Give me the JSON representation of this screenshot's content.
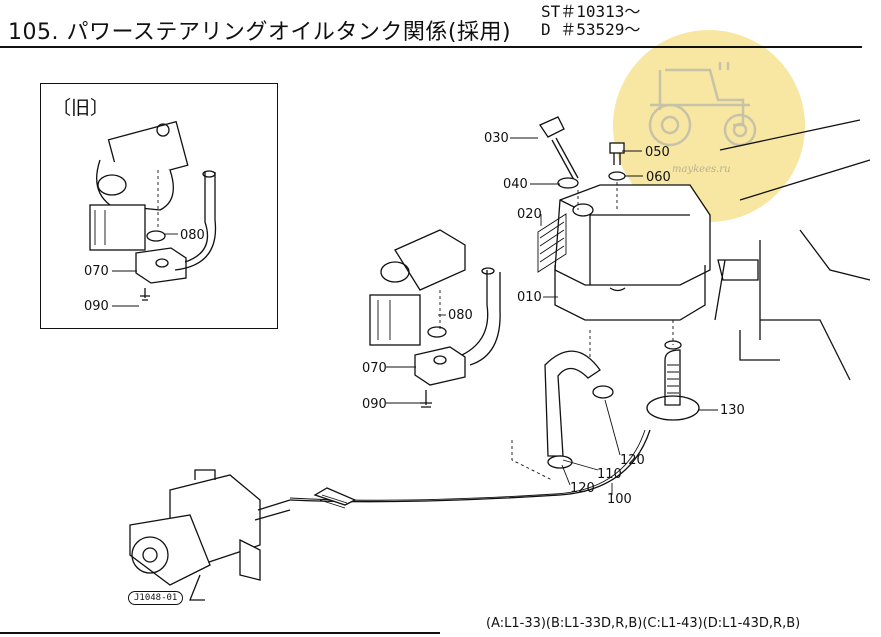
{
  "header": {
    "title": "105. パワーステアリングオイルタンク関係(採用)",
    "serial_lines": [
      "ST＃10313〜",
      "D ＃53529〜"
    ]
  },
  "inset": {
    "label": "〔旧〕"
  },
  "parts": [
    {
      "id": "p-030",
      "label": "030"
    },
    {
      "id": "p-050",
      "label": "050"
    },
    {
      "id": "p-060",
      "label": "060"
    },
    {
      "id": "p-040",
      "label": "040"
    },
    {
      "id": "p-020",
      "label": "020"
    },
    {
      "id": "p-010",
      "label": "010"
    },
    {
      "id": "p-080a",
      "label": "080"
    },
    {
      "id": "p-070a",
      "label": "070"
    },
    {
      "id": "p-090a",
      "label": "090"
    },
    {
      "id": "p-080b",
      "label": "080"
    },
    {
      "id": "p-070b",
      "label": "070"
    },
    {
      "id": "p-090b",
      "label": "090"
    },
    {
      "id": "p-130",
      "label": "130"
    },
    {
      "id": "p-120a",
      "label": "120"
    },
    {
      "id": "p-110",
      "label": "110"
    },
    {
      "id": "p-120b",
      "label": "120"
    },
    {
      "id": "p-100",
      "label": "100"
    }
  ],
  "diagram_code": "J1048-01",
  "watermark_text": "maykees.ru",
  "footer": "(A:L1-33)(B:L1-33D,R,B)(C:L1-43)(D:L1-43D,R,B)",
  "colors": {
    "watermark": "#f7e7a3",
    "ink": "#111111"
  }
}
